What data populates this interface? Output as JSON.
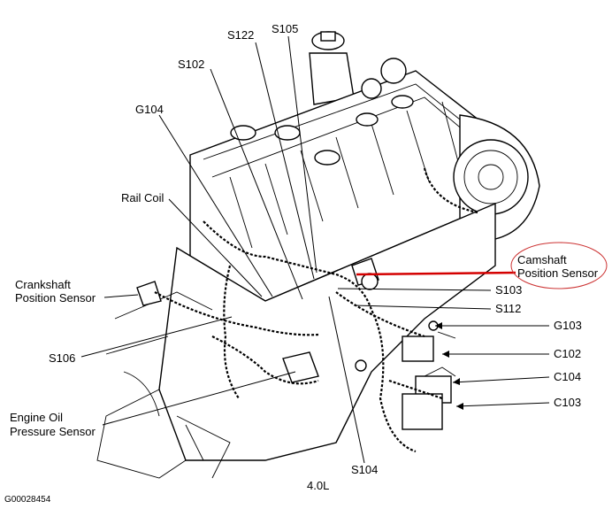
{
  "diagram": {
    "labels": {
      "s105": "S105",
      "s122": "S122",
      "s102": "S102",
      "g104": "G104",
      "rail_coil": "Rail Coil",
      "crankshaft_line1": "Crankshaft",
      "crankshaft_line2": "Position Sensor",
      "s106": "S106",
      "engine_oil_line1": "Engine Oil",
      "engine_oil_line2": "Pressure Sensor",
      "camshaft_line1": "Camshaft",
      "camshaft_line2": "Position Sensor",
      "s103": "S103",
      "s112": "S112",
      "g103": "G103",
      "c102": "C102",
      "c104": "C104",
      "c103": "C103",
      "s104": "S104",
      "engine": "4.0L",
      "figure_id": "G00028454"
    },
    "colors": {
      "highlight": "#d40000",
      "ellipse": "#cc3333",
      "ink": "#000000"
    }
  }
}
